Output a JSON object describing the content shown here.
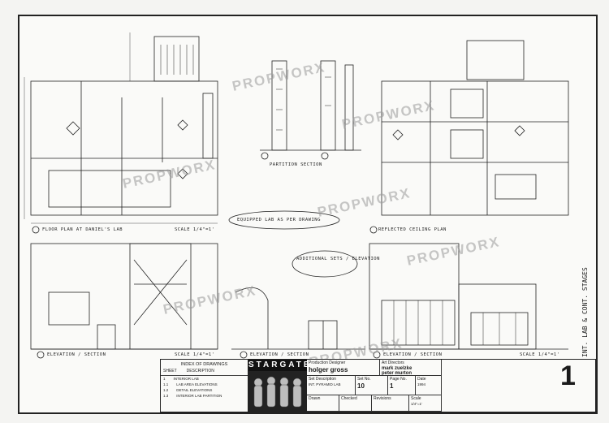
{
  "watermark": "PROPWORX",
  "drawing_labels": {
    "floor_plan": "FLOOR PLAN AT DANIEL'S LAB",
    "partition_section": "PARTITION SECTION",
    "reflected_ceiling": "REFLECTED CEILING PLAN",
    "elevation": "ELEVATION / SECTION",
    "scale": "SCALE 1/4\"=1'",
    "note_1": "ADDITIONAL SETS / ELEVATION",
    "note_2": "EQUIPPED LAB AS PER DRAWING"
  },
  "side_note": "INT. LAB & CONT. STAGES",
  "title_block": {
    "index_title": "INDEX OF DRAWINGS",
    "index_headers": [
      "SHEET",
      "DESCRIPTION"
    ],
    "index_rows": [
      [
        "1",
        "INTERIOR LAB"
      ],
      [
        "1.1",
        "LAB AREA ELEVATIONS"
      ],
      [
        "1.2",
        "DETAIL ELEVATIONS"
      ],
      [
        "1.3",
        "INTERIOR LAB PARTITION"
      ]
    ],
    "logo": "STARGATE",
    "production_designer_label": "Production Designer",
    "production_designer": "holger gross",
    "art_directors_label": "Art Directors",
    "art_director_1": "mark zuelzke",
    "art_director_2": "peter murton",
    "set_description_label": "Set Description",
    "set_description": "INT. PYRAMID LAB",
    "set_no_label": "Set No.",
    "set_no": "10",
    "page_no_label": "Page No.",
    "page_no": "1",
    "date_label": "Date",
    "date": "1994",
    "drawn_label": "Drawn",
    "checked_label": "Checked",
    "revisions_label": "Revisions",
    "scale_label": "Scale",
    "scale": "1/4\"=1'"
  },
  "sheet_number": "1"
}
